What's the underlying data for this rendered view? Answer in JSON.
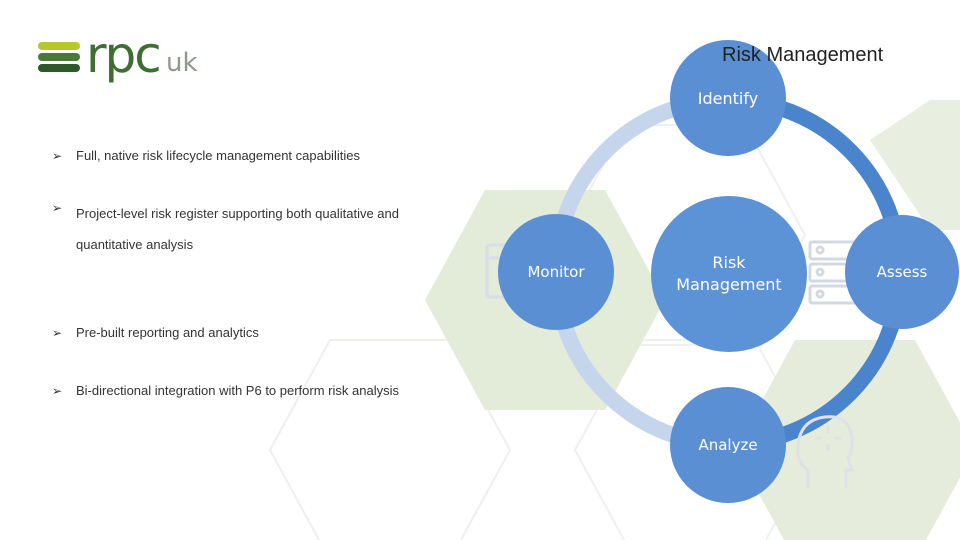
{
  "brand": {
    "mark": "rpc",
    "suffix": "uk",
    "colors": {
      "lime": "#b5c92b",
      "green": "#4a7a3a",
      "dark_green": "#2e5a2a"
    }
  },
  "slide_title": "Risk Management",
  "bullets": [
    "Full, native risk lifecycle management capabilities",
    "Project-level risk register supporting both qualitative and quantitative analysis",
    "Pre-built reporting and analytics",
    "Bi-directional integration with P6 to perform risk analysis"
  ],
  "cycle": {
    "center": "Risk Management",
    "nodes": {
      "top": "Identify",
      "right": "Assess",
      "bottom": "Analyze",
      "left": "Monitor"
    }
  },
  "icons": [
    "bullet-arrow-icon",
    "browser-window-icon",
    "server-rack-icon",
    "head-idea-icon"
  ],
  "colors": {
    "node_blue": "#5b8fd4",
    "ring_light": "#c5d6ec",
    "ring_dark": "#4a84cc",
    "hex_green": "#e5ecdc",
    "hex_outline": "#eef0ec"
  }
}
